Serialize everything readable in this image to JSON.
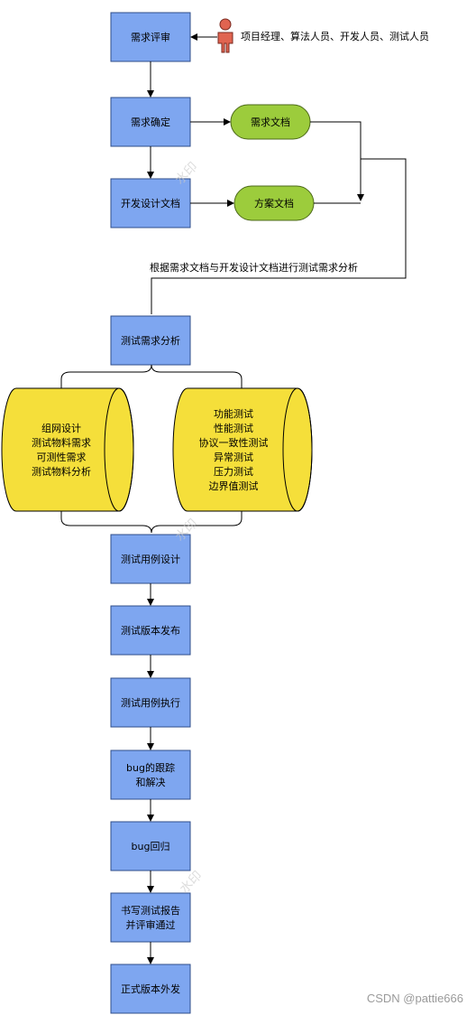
{
  "actors": "项目经理、算法人员、开发人员、测试人员",
  "top_boxes": {
    "review": "需求评审",
    "confirm": "需求确定",
    "design_doc": "开发设计文档"
  },
  "docs": {
    "req_doc": "需求文档",
    "plan_doc": "方案文档"
  },
  "analysis_note": "根据需求文档与开发设计文档进行测试需求分析",
  "analysis_box": "测试需求分析",
  "left_cylinder": [
    "组网设计",
    "测试物料需求",
    "可测性需求",
    "测试物料分析"
  ],
  "right_cylinder": [
    "功能测试",
    "性能测试",
    "协议一致性测试",
    "异常测试",
    "压力测试",
    "边界值测试"
  ],
  "flow_boxes": [
    [
      "测试用例设计"
    ],
    [
      "测试版本发布"
    ],
    [
      "测试用例执行"
    ],
    [
      "bug的跟踪",
      "和解决"
    ],
    [
      "bug回归"
    ],
    [
      "书写测试报告",
      "并评审通过"
    ],
    [
      "正式版本外发"
    ]
  ],
  "watermark": "水印",
  "credit": "CSDN @pattie666",
  "colors": {
    "box_fill": "#7ea6f0",
    "box_stroke": "#2f4d8a",
    "pill_fill": "#9ccc3c",
    "cyl_fill": "#f5df3a",
    "actor_red": "#e06450"
  }
}
